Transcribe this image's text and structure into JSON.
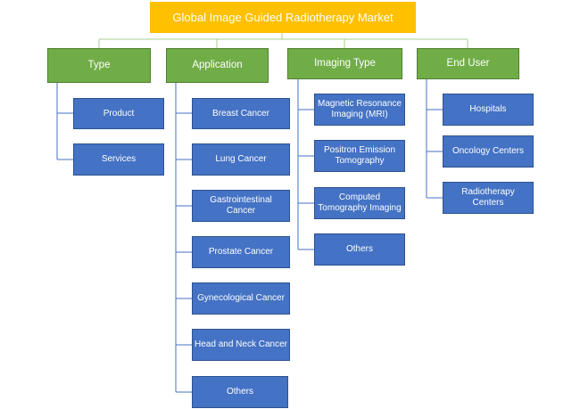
{
  "title": "Global Image Guided Radiotherapy Market",
  "colors": {
    "root": "#FFC000",
    "category": "#70AD47",
    "leaf": "#4472C4",
    "root_connector": "#A9CD90",
    "leaf_connector": "#4472C4"
  },
  "categories": [
    {
      "label": "Type",
      "items": [
        "Product",
        "Services"
      ]
    },
    {
      "label": "Application",
      "items": [
        "Breast Cancer",
        "Lung Cancer",
        "Gastrointestinal Cancer",
        "Prostate Cancer",
        "Gynecological Cancer",
        "Head and Neck Cancer",
        "Others"
      ]
    },
    {
      "label": "Imaging Type",
      "items": [
        "Magnetic Resonance Imaging (MRI)",
        "Positron Emission Tomography",
        "Computed Tomography Imaging",
        "Others"
      ]
    },
    {
      "label": "End User",
      "items": [
        "Hospitals",
        "Oncology Centers",
        "Radiotherapy Centers"
      ]
    }
  ]
}
